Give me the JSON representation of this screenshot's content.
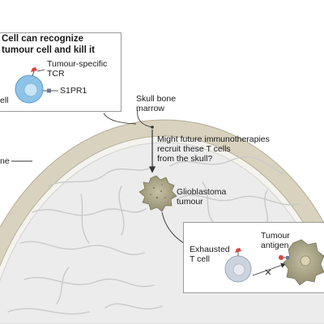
{
  "boxes": {
    "top_left": {
      "heading_line1": "Cell can recognize",
      "heading_line2": "tumour cell and kill it",
      "label_receptor_line1": "Tumour-specific",
      "label_receptor_line2": "TCR",
      "label_s1pr1": "S1PR1",
      "label_cell_fragment": "ell"
    },
    "bottom_right": {
      "label_exhausted_line1": "Exhausted",
      "label_exhausted_line2": "T cell",
      "label_antigen_line1": "Tumour",
      "label_antigen_line2": "antigen"
    }
  },
  "annotations": {
    "skull_marrow_line1": "Skull bone",
    "skull_marrow_line2": "marrow",
    "question_line1": "Might future immunotherapies",
    "question_line2": "recruit these T cells",
    "question_line3": "from the skull?",
    "tumour_line1": "Glioblastoma",
    "tumour_line2": "tumour",
    "left_fragment": "ne"
  },
  "colors": {
    "skull": "#d8d2bf",
    "brain": "#ececec",
    "brain_fold": "#c9c9c9",
    "tumour": "#a9a385",
    "cell_blue": "#8ec3e8",
    "cell_gray": "#cbd3de",
    "receptor_red": "#d9463f",
    "arrow": "#333333"
  },
  "icons": {
    "t_cell": "t-cell-icon",
    "exhausted_t_cell": "exhausted-t-cell-icon",
    "tumour_cell": "tumour-cell-icon",
    "blocked": "x-mark-icon"
  }
}
